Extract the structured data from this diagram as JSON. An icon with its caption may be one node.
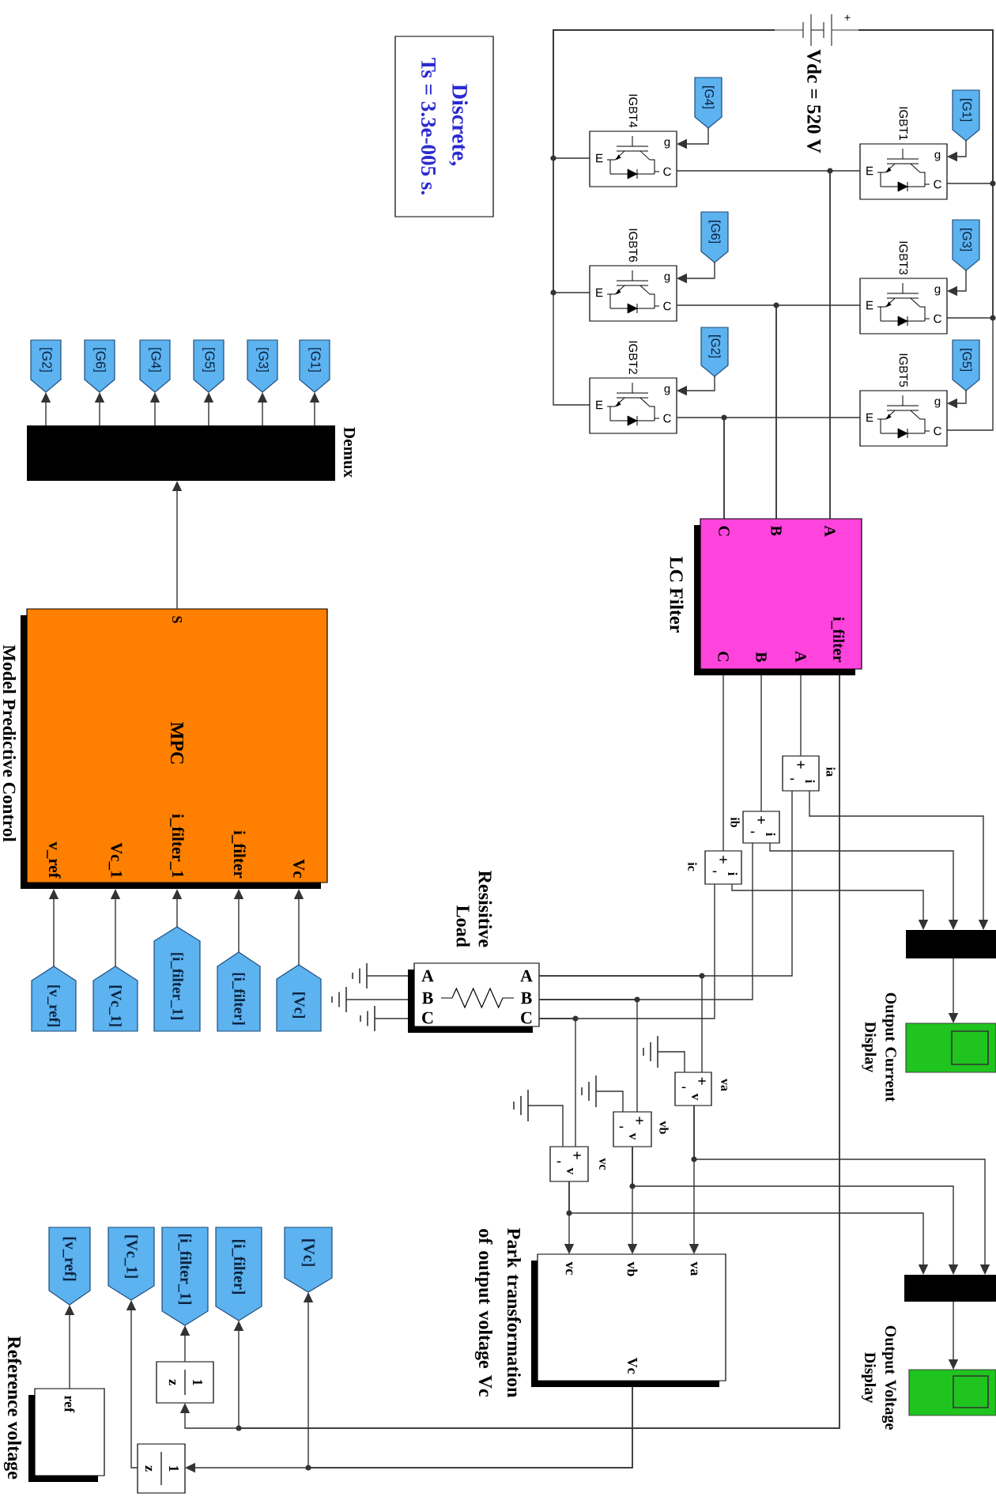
{
  "diagram": {
    "nodes": [
      {
        "text": [
          "Discrete,",
          "Ts = 3.3e-005 s."
        ]
      },
      {
        "text": [
          "+",
          "Vdc = 520 V"
        ]
      },
      {
        "text": [
          "g",
          "E",
          "C"
        ],
        "beside": [
          "IGBT1"
        ]
      },
      {
        "text": [
          "g",
          "E",
          "C"
        ],
        "beside": [
          "IGBT3"
        ]
      },
      {
        "text": [
          "g",
          "E",
          "C"
        ],
        "beside": [
          "IGBT5"
        ]
      },
      {
        "text": [
          "g",
          "E",
          "C"
        ],
        "beside": [
          "IGBT4"
        ]
      },
      {
        "text": [
          "g",
          "E",
          "C"
        ],
        "beside": [
          "IGBT6"
        ]
      },
      {
        "text": [
          "g",
          "E",
          "C"
        ],
        "beside": [
          "IGBT2"
        ]
      },
      {
        "text": [
          "[G1]"
        ]
      },
      {
        "text": [
          "[G3]"
        ]
      },
      {
        "text": [
          "[G5]"
        ]
      },
      {
        "text": [
          "[G4]"
        ]
      },
      {
        "text": [
          "[G6]"
        ]
      },
      {
        "text": [
          "[G2]"
        ]
      },
      {
        "text": [
          "A",
          "B",
          "C",
          "A",
          "B",
          "C",
          "i_filter"
        ],
        "beside": [
          "LC Filter"
        ]
      },
      {
        "text": [
          "+",
          "i",
          "-"
        ],
        "beside": [
          "ia"
        ]
      },
      {
        "text": [
          "+",
          "i",
          "-"
        ],
        "beside": [
          "ib"
        ]
      },
      {
        "text": [
          "+",
          "i",
          "-"
        ],
        "beside": [
          "ic"
        ]
      },
      {
        "text": [],
        "shape": "bar"
      },
      {
        "text": [],
        "shape": "box",
        "beside": [
          "Output Current Display"
        ]
      },
      {
        "text": [
          "A",
          "B",
          "C",
          "A",
          "B",
          "C"
        ],
        "beside": [
          "Resisitive Load"
        ]
      },
      {
        "text": [],
        "shape": "ground"
      },
      {
        "text": [],
        "shape": "ground"
      },
      {
        "text": [],
        "shape": "ground"
      },
      {
        "text": [
          "+",
          "-",
          "v"
        ],
        "beside": [
          "va"
        ]
      },
      {
        "text": [
          "+",
          "-",
          "v"
        ],
        "beside": [
          "vb"
        ]
      },
      {
        "text": [
          "+",
          "-",
          "v"
        ],
        "beside": [
          "vc"
        ]
      },
      {
        "text": [],
        "shape": "ground"
      },
      {
        "text": [],
        "shape": "ground"
      },
      {
        "text": [],
        "shape": "ground"
      },
      {
        "text": [],
        "shape": "bar"
      },
      {
        "text": [],
        "shape": "box",
        "beside": [
          "Output Voltage Display"
        ]
      },
      {
        "text": [
          "va",
          "vb",
          "vc",
          "Vc"
        ],
        "beside": [
          "Park transformation of output voltage Vc"
        ]
      },
      {
        "text": [],
        "shape": "bar",
        "beside": [
          "Demux"
        ]
      },
      {
        "text": [
          "[G1]"
        ]
      },
      {
        "text": [
          "[G3]"
        ]
      },
      {
        "text": [
          "[G5]"
        ]
      },
      {
        "text": [
          "[G4]"
        ]
      },
      {
        "text": [
          "[G6]"
        ]
      },
      {
        "text": [
          "[G2]"
        ]
      },
      {
        "text": [
          "MPC",
          "S",
          "Vc",
          "i_filter",
          "i_filter_1",
          "Vc_1",
          "v_ref"
        ],
        "beside": [
          "Model Predictive Control"
        ]
      },
      {
        "text": [
          "[Vc]"
        ]
      },
      {
        "text": [
          "[i_filter]"
        ]
      },
      {
        "text": [
          "[i_filter_1]"
        ]
      },
      {
        "text": [
          "[Vc_1]"
        ]
      },
      {
        "text": [
          "[v_ref]"
        ]
      },
      {
        "text": [
          "1",
          "z"
        ]
      },
      {
        "text": [
          "1",
          "z"
        ]
      },
      {
        "text": [
          "[Vc]"
        ]
      },
      {
        "text": [
          "[i_filter]"
        ]
      },
      {
        "text": [
          "[i_filter_1]"
        ]
      },
      {
        "text": [
          "[Vc_1]"
        ]
      },
      {
        "text": [
          "[v_ref]"
        ]
      },
      {
        "text": [
          "ref"
        ],
        "beside": [
          "Reference voltage"
        ]
      }
    ],
    "edges": [
      {
        "from": 8,
        "to": 2,
        "arrow": "to"
      },
      {
        "from": 9,
        "to": 3,
        "arrow": "to"
      },
      {
        "from": 10,
        "to": 4,
        "arrow": "to"
      },
      {
        "from": 11,
        "to": 5,
        "arrow": "to"
      },
      {
        "from": 12,
        "to": 6,
        "arrow": "to"
      },
      {
        "from": 13,
        "to": 7,
        "arrow": "to"
      },
      {
        "from": 1,
        "to": 2,
        "arrow": "none"
      },
      {
        "from": 1,
        "to": 3,
        "arrow": "none"
      },
      {
        "from": 1,
        "to": 4,
        "arrow": "none"
      },
      {
        "from": 1,
        "to": 5,
        "arrow": "none"
      },
      {
        "from": 1,
        "to": 6,
        "arrow": "none"
      },
      {
        "from": 1,
        "to": 7,
        "arrow": "none"
      },
      {
        "from": 14,
        "to": 5,
        "arrow": "none"
      },
      {
        "from": 14,
        "to": 2,
        "arrow": "none"
      },
      {
        "from": 14,
        "to": 6,
        "arrow": "none"
      },
      {
        "from": 14,
        "to": 3,
        "arrow": "none"
      },
      {
        "from": 14,
        "to": 7,
        "arrow": "none"
      },
      {
        "from": 14,
        "to": 4,
        "arrow": "none"
      },
      {
        "from": 14,
        "to": 15,
        "arrow": "none"
      },
      {
        "from": 14,
        "to": 16,
        "arrow": "none"
      },
      {
        "from": 14,
        "to": 17,
        "arrow": "none"
      },
      {
        "from": 15,
        "to": 18,
        "arrow": "to"
      },
      {
        "from": 16,
        "to": 18,
        "arrow": "to"
      },
      {
        "from": 17,
        "to": 18,
        "arrow": "to"
      },
      {
        "from": 18,
        "to": 19,
        "arrow": "to"
      },
      {
        "from": 20,
        "to": 15,
        "arrow": "none"
      },
      {
        "from": 20,
        "to": 16,
        "arrow": "none"
      },
      {
        "from": 20,
        "to": 17,
        "arrow": "none"
      },
      {
        "from": 20,
        "to": 24,
        "arrow": "none"
      },
      {
        "from": 20,
        "to": 25,
        "arrow": "none"
      },
      {
        "from": 20,
        "to": 26,
        "arrow": "none"
      },
      {
        "from": 20,
        "to": 21,
        "arrow": "none"
      },
      {
        "from": 20,
        "to": 22,
        "arrow": "none"
      },
      {
        "from": 20,
        "to": 23,
        "arrow": "none"
      },
      {
        "from": 24,
        "to": 27,
        "arrow": "none"
      },
      {
        "from": 25,
        "to": 28,
        "arrow": "none"
      },
      {
        "from": 26,
        "to": 29,
        "arrow": "none"
      },
      {
        "from": 24,
        "to": 32,
        "arrow": "to"
      },
      {
        "from": 25,
        "to": 32,
        "arrow": "to"
      },
      {
        "from": 26,
        "to": 32,
        "arrow": "to"
      },
      {
        "from": 24,
        "to": 30,
        "arrow": "to"
      },
      {
        "from": 25,
        "to": 30,
        "arrow": "to"
      },
      {
        "from": 26,
        "to": 30,
        "arrow": "to"
      },
      {
        "from": 30,
        "to": 31,
        "arrow": "to"
      },
      {
        "from": 32,
        "to": 47,
        "arrow": "to"
      },
      {
        "from": 32,
        "to": 48,
        "arrow": "to"
      },
      {
        "from": 14,
        "to": 46,
        "arrow": "to"
      },
      {
        "from": 14,
        "to": 49,
        "arrow": "to"
      },
      {
        "from": 46,
        "to": 50,
        "arrow": "to"
      },
      {
        "from": 47,
        "to": 51,
        "arrow": "to"
      },
      {
        "from": 53,
        "to": 52,
        "arrow": "to"
      },
      {
        "from": 33,
        "to": 34,
        "arrow": "to"
      },
      {
        "from": 33,
        "to": 35,
        "arrow": "to"
      },
      {
        "from": 33,
        "to": 36,
        "arrow": "to"
      },
      {
        "from": 33,
        "to": 37,
        "arrow": "to"
      },
      {
        "from": 33,
        "to": 38,
        "arrow": "to"
      },
      {
        "from": 33,
        "to": 39,
        "arrow": "to"
      },
      {
        "from": 40,
        "to": 33,
        "arrow": "to"
      },
      {
        "from": 41,
        "to": 40,
        "arrow": "to"
      },
      {
        "from": 42,
        "to": 40,
        "arrow": "to"
      },
      {
        "from": 43,
        "to": 40,
        "arrow": "to"
      },
      {
        "from": 44,
        "to": 40,
        "arrow": "to"
      },
      {
        "from": 45,
        "to": 40,
        "arrow": "to"
      }
    ]
  }
}
